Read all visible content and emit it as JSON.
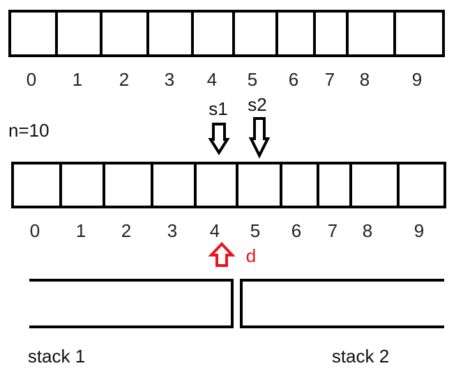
{
  "top_array": {
    "indices": [
      "0",
      "1",
      "2",
      "3",
      "4",
      "5",
      "6",
      "7",
      "8",
      "9"
    ]
  },
  "bottom_array": {
    "indices": [
      "0",
      "1",
      "2",
      "3",
      "4",
      "5",
      "6",
      "7",
      "8",
      "9"
    ]
  },
  "n_label": "n=10",
  "pointers": {
    "s1": "s1",
    "s2": "s2",
    "d": "d"
  },
  "stacks": {
    "stack1": "stack 1",
    "stack2": "stack 2"
  },
  "colors": {
    "line": "#000000",
    "highlight": "#e8141e"
  }
}
